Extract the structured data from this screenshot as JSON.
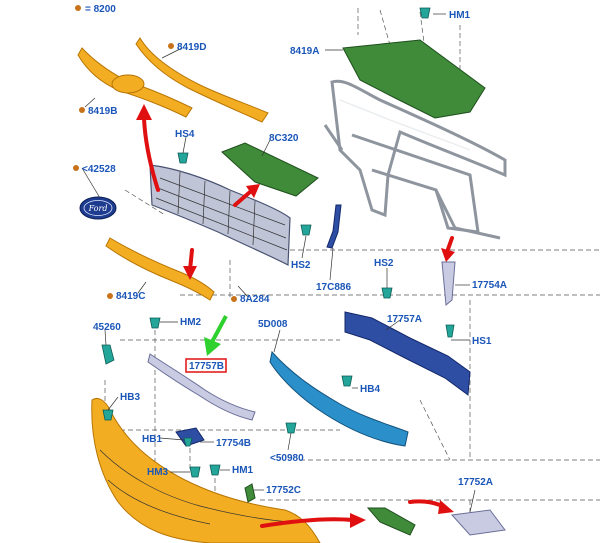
{
  "labels": {
    "p8200": "= 8200",
    "p8419D": "8419D",
    "p8419B": "8419B",
    "pHS4": "HS4",
    "p42528": "<42528",
    "p8C320": "8C320",
    "p8419C": "8419C",
    "p8A284": "8A284",
    "pHM1top": "HM1",
    "p8419A": "8419A",
    "pHS2a": "HS2",
    "p17C886": "17C886",
    "pHS2b": "HS2",
    "p17754A": "17754A",
    "pHS1": "HS1",
    "p45260": "45260",
    "pHM2": "HM2",
    "p17757B": "17757B",
    "p5D008": "5D008",
    "p17757A": "17757A",
    "pHB4": "HB4",
    "pHB3": "HB3",
    "pHB1": "HB1",
    "p17754B": "17754B",
    "p50980": "<50980",
    "pHM3": "HM3",
    "pHM1bot": "HM1",
    "p17752C": "17752C",
    "p17752A": "17752A"
  },
  "highlight": {
    "part": "17757B",
    "box_color": "#e01010",
    "arrow_color": "#2fd12f"
  },
  "colors": {
    "part_number_text": "#1a56b8",
    "reference_dot": "#c8731c",
    "indicator_arrows": "#e01010"
  }
}
